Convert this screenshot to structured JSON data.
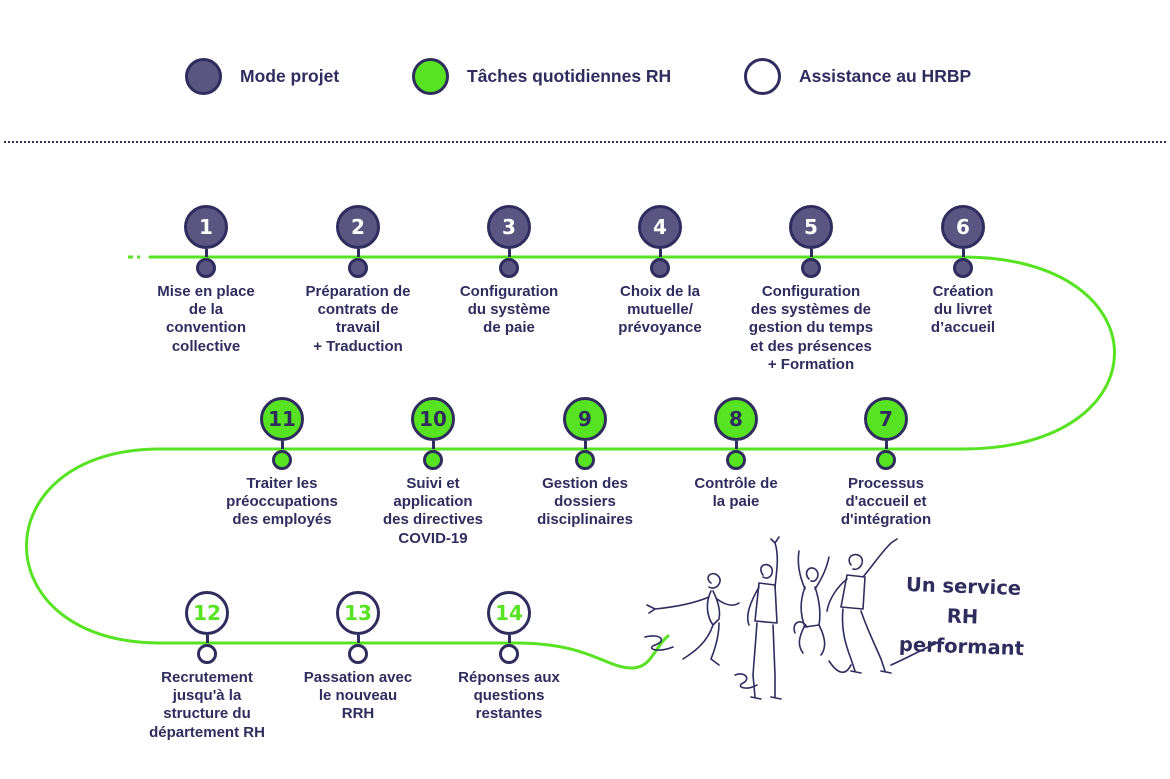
{
  "legend": [
    {
      "key": "projet",
      "label": "Mode projet"
    },
    {
      "key": "taches",
      "label": "Tâches quotidiennes RH"
    },
    {
      "key": "assist",
      "label": "Assistance au HRBP"
    }
  ],
  "steps": [
    {
      "number": "1",
      "type": "projet",
      "label": "Mise en place\nde la\nconvention\ncollective"
    },
    {
      "number": "2",
      "type": "projet",
      "label": "Préparation de\ncontrats de\ntravail\n+ Traduction"
    },
    {
      "number": "3",
      "type": "projet",
      "label": "Configuration\ndu système\nde paie"
    },
    {
      "number": "4",
      "type": "projet",
      "label": "Choix de la\nmutuelle/\nprévoyance"
    },
    {
      "number": "5",
      "type": "projet",
      "label": "Configuration\ndes systèmes de\ngestion du temps\net des présences\n+ Formation"
    },
    {
      "number": "6",
      "type": "projet",
      "label": "Création\ndu livret\nd’accueil"
    },
    {
      "number": "7",
      "type": "taches",
      "label": "Processus\nd'accueil et\nd'intégration"
    },
    {
      "number": "8",
      "type": "taches",
      "label": "Contrôle de\nla paie"
    },
    {
      "number": "9",
      "type": "taches",
      "label": "Gestion des\ndossiers\ndisciplinaires"
    },
    {
      "number": "10",
      "type": "taches",
      "label": "Suivi et\napplication\ndes directives\nCOVID-19"
    },
    {
      "number": "11",
      "type": "taches",
      "label": "Traiter les\npréoccupations\ndes employés"
    },
    {
      "number": "12",
      "type": "assist",
      "label": "Recrutement\njusqu'à la\nstructure du\ndépartement RH"
    },
    {
      "number": "13",
      "type": "assist",
      "label": "Passation avec\nle nouveau\nRRH"
    },
    {
      "number": "14",
      "type": "assist",
      "label": "Réponses aux\nquestions\nrestantes"
    }
  ],
  "tagline": {
    "line1": "Un service RH",
    "line2": "performant"
  },
  "colors": {
    "navy": "#2f2c5e",
    "projet_fill": "#5a5681",
    "green": "#57e322",
    "white": "#ffffff"
  }
}
